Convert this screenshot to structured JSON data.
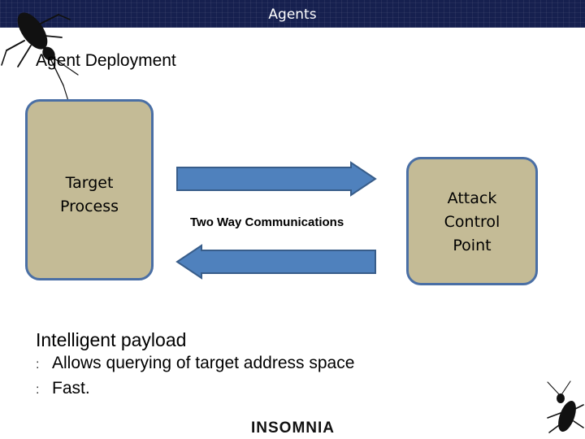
{
  "header": {
    "title": "Agents"
  },
  "slide": {
    "section_title": "Agent Deployment",
    "diagram": {
      "target_box": "Target\nProcess",
      "attack_box": "Attack\nControl\nPoint",
      "link_label": "Two Way Communications"
    },
    "bullets": {
      "heading": "Intelligent payload",
      "items": [
        "Allows querying of target address space",
        "Fast."
      ],
      "marker": ":"
    }
  },
  "footer": {
    "logo_text": "INSOMNIA"
  },
  "colors": {
    "header_bg": "#16204f",
    "box_fill": "#c4bb96",
    "box_border": "#4a6fa5",
    "arrow_fill": "#4f81bd",
    "arrow_border": "#385d8a"
  },
  "icons": [
    "cockroach-icon-top-left",
    "cockroach-icon-bottom-right"
  ]
}
